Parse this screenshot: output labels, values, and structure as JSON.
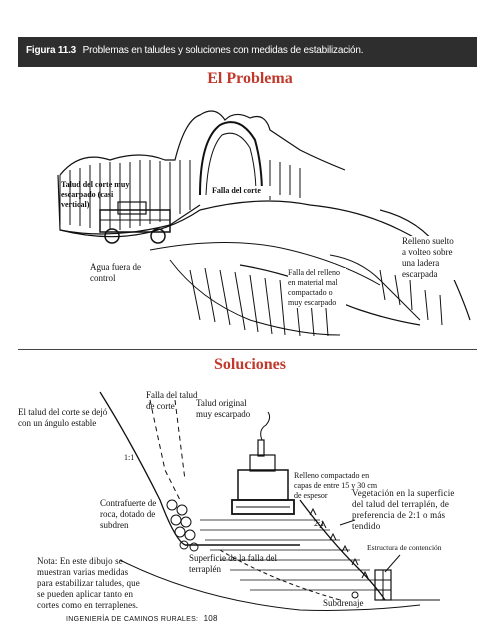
{
  "figure": {
    "number": "Figura 11.3",
    "caption": "Problemas en taludes y soluciones con medidas de estabilización."
  },
  "problem": {
    "title": "El Problema",
    "labels": {
      "cut_slope": "Talud del corte muy escarpado (casi vertical)",
      "cut_failure": "Falla del corte",
      "water": "Agua fuera de control",
      "fill_failure": "Falla del relleno en material mal compactado o muy escarpado",
      "loose_fill": "Relleno suelto a volteo sobre una ladera escarpada"
    }
  },
  "solutions": {
    "title": "Soluciones",
    "labels": {
      "cut_angle": "El talud del corte se dejó con un ángulo estable",
      "cut_failure": "Falla del talud de corte",
      "steep_slope": "Talud original muy escarpado",
      "buttress": "Contrafuerte de roca, dotado de subdren",
      "compacted_fill": "Relleno compactado en capas de entre 15 y 30 cm de espesor",
      "vegetation": "Vegetación en la superficie del talud del terraplén, de preferencia de 2:1 o más tendido",
      "containment": "Estructura de contención",
      "fill_failure_surface": "Superficie de la falla del terraplén",
      "subdrain": "Subdrenaje",
      "ratio_1": "1:1",
      "ratio_2": "2:1",
      "note": "Nota: En este dibujo se muestran varias medidas para estabilizar taludes, que se pueden aplicar tanto en cortes como en terraplenes."
    }
  },
  "footer": {
    "text": "INGENIERÍA DE CAMINOS RURALES:",
    "page": "108"
  }
}
